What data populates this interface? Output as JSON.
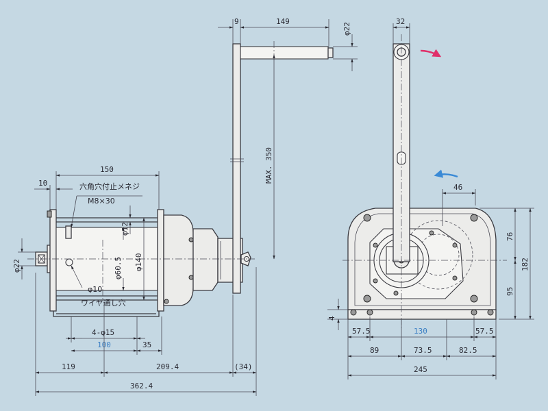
{
  "labels": {
    "hex_set_screw": "六角穴付止メネジ",
    "screw_size": "M8×30",
    "wire_hole_dia": "φ10",
    "wire_hole": "ワイヤ通し穴"
  },
  "dims": {
    "handle_gap": "9",
    "handle_length": "149",
    "grip_dia": "φ22",
    "handle_width": "32",
    "max_radius": "MAX. 350",
    "width_150": "150",
    "offset_10": "10",
    "dia_12": "φ12",
    "dia_60_5": "φ60.5",
    "dia_140": "φ140",
    "shaft_dia": "φ22",
    "holes": "4-φ15",
    "bolt_pitch": "100",
    "dim_35": "35",
    "dim_119": "119",
    "dim_209_4": "209.4",
    "dim_34": "(34)",
    "total_length": "362.4",
    "dim_46": "46",
    "dim_76": "76",
    "dim_95": "95",
    "height_182": "182",
    "base_thickness": "4",
    "dim_57_5_left": "57.5",
    "base_pitch": "130",
    "dim_57_5_right": "57.5",
    "dim_89": "89",
    "dim_73_5": "73.5",
    "dim_82_5": "82.5",
    "base_width": "245"
  },
  "colors": {
    "background": "#c5d8e3",
    "line": "#3a3a40",
    "highlight_dim": "#3a7fc4",
    "arrow_pink": "#e0306a",
    "arrow_blue": "#3a8ad6"
  }
}
